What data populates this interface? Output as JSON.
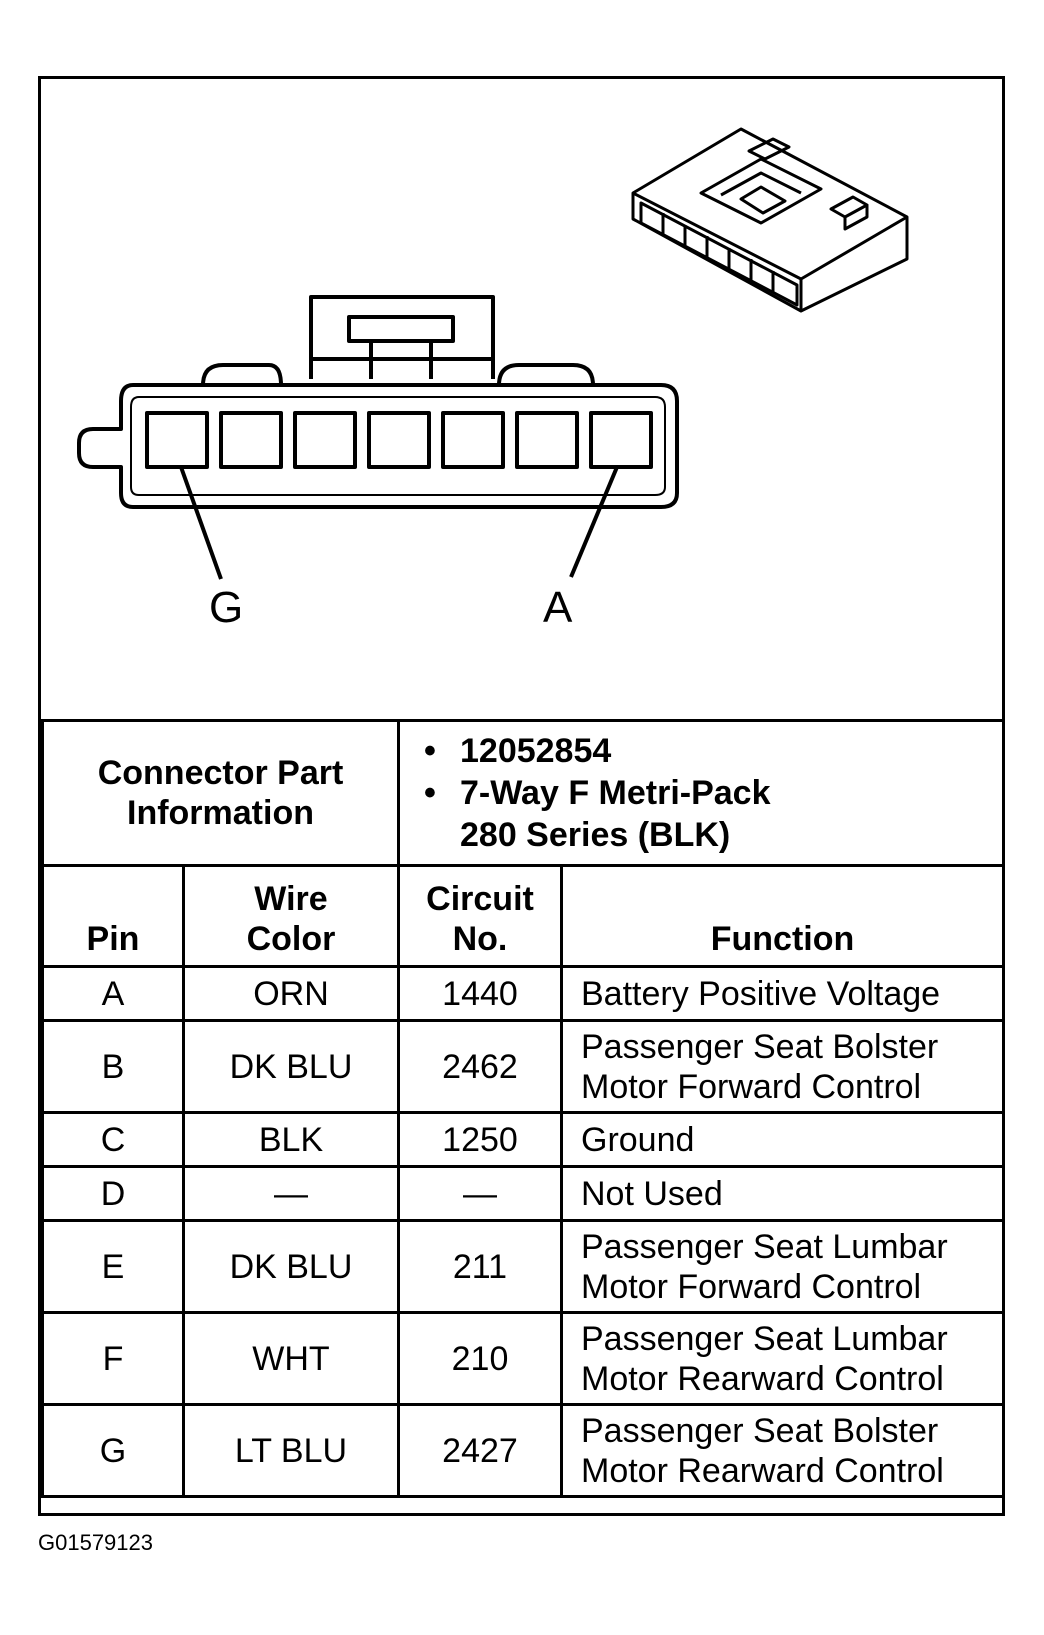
{
  "pin_labels": {
    "left": "G",
    "right": "A"
  },
  "connector_info": {
    "label_line1": "Connector Part",
    "label_line2": "Information",
    "part_number": "12052854",
    "desc_line1": "7-Way F Metri-Pack",
    "desc_line2": "280 Series (BLK)"
  },
  "headers": {
    "pin": "Pin",
    "wire_line1": "Wire",
    "wire_line2": "Color",
    "circuit_line1": "Circuit",
    "circuit_line2": "No.",
    "function": "Function"
  },
  "rows": [
    {
      "pin": "A",
      "color": "ORN",
      "circuit": "1440",
      "fn1": "Battery Positive Voltage",
      "fn2": ""
    },
    {
      "pin": "B",
      "color": "DK BLU",
      "circuit": "2462",
      "fn1": "Passenger Seat Bolster",
      "fn2": "Motor Forward Control"
    },
    {
      "pin": "C",
      "color": "BLK",
      "circuit": "1250",
      "fn1": "Ground",
      "fn2": ""
    },
    {
      "pin": "D",
      "color": "—",
      "circuit": "—",
      "fn1": "Not Used",
      "fn2": ""
    },
    {
      "pin": "E",
      "color": "DK BLU",
      "circuit": "211",
      "fn1": "Passenger Seat Lumbar",
      "fn2": "Motor Forward Control"
    },
    {
      "pin": "F",
      "color": "WHT",
      "circuit": "210",
      "fn1": "Passenger Seat Lumbar",
      "fn2": "Motor Rearward Control"
    },
    {
      "pin": "G",
      "color": "LT BLU",
      "circuit": "2427",
      "fn1": "Passenger Seat Bolster",
      "fn2": "Motor Rearward Control"
    }
  ],
  "figure_id": "G01579123"
}
